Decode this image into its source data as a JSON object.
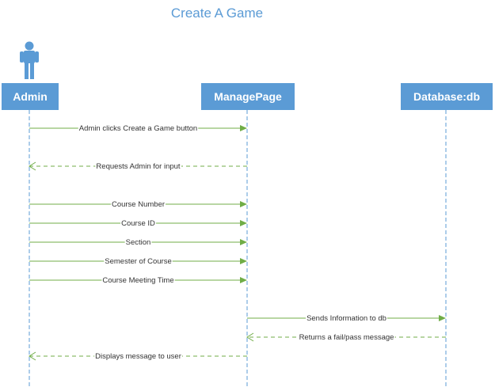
{
  "title": "Create A Game",
  "colors": {
    "accent": "#5b9bd5",
    "arrow": "#70ad47",
    "label": "#333333"
  },
  "participants": [
    {
      "id": "admin",
      "label": "Admin",
      "icon": "person-icon"
    },
    {
      "id": "manage",
      "label": "ManagePage"
    },
    {
      "id": "db",
      "label": "Database:db"
    }
  ],
  "messages": [
    {
      "label": "Admin clicks Create a Game button",
      "from": "admin",
      "to": "manage",
      "style": "solid"
    },
    {
      "label": "Requests Admin for input",
      "from": "manage",
      "to": "admin",
      "style": "dashed"
    },
    {
      "label": "Course Number",
      "from": "admin",
      "to": "manage",
      "style": "solid"
    },
    {
      "label": "Course ID",
      "from": "admin",
      "to": "manage",
      "style": "solid"
    },
    {
      "label": "Section",
      "from": "admin",
      "to": "manage",
      "style": "solid"
    },
    {
      "label": "Semester of Course",
      "from": "admin",
      "to": "manage",
      "style": "solid"
    },
    {
      "label": "Course Meeting Time",
      "from": "admin",
      "to": "manage",
      "style": "solid"
    },
    {
      "label": "Sends Information to db",
      "from": "manage",
      "to": "db",
      "style": "solid"
    },
    {
      "label": "Returns a fail/pass message",
      "from": "db",
      "to": "manage",
      "style": "dashed"
    },
    {
      "label": "Displays message to user",
      "from": "manage",
      "to": "admin",
      "style": "dashed"
    }
  ]
}
